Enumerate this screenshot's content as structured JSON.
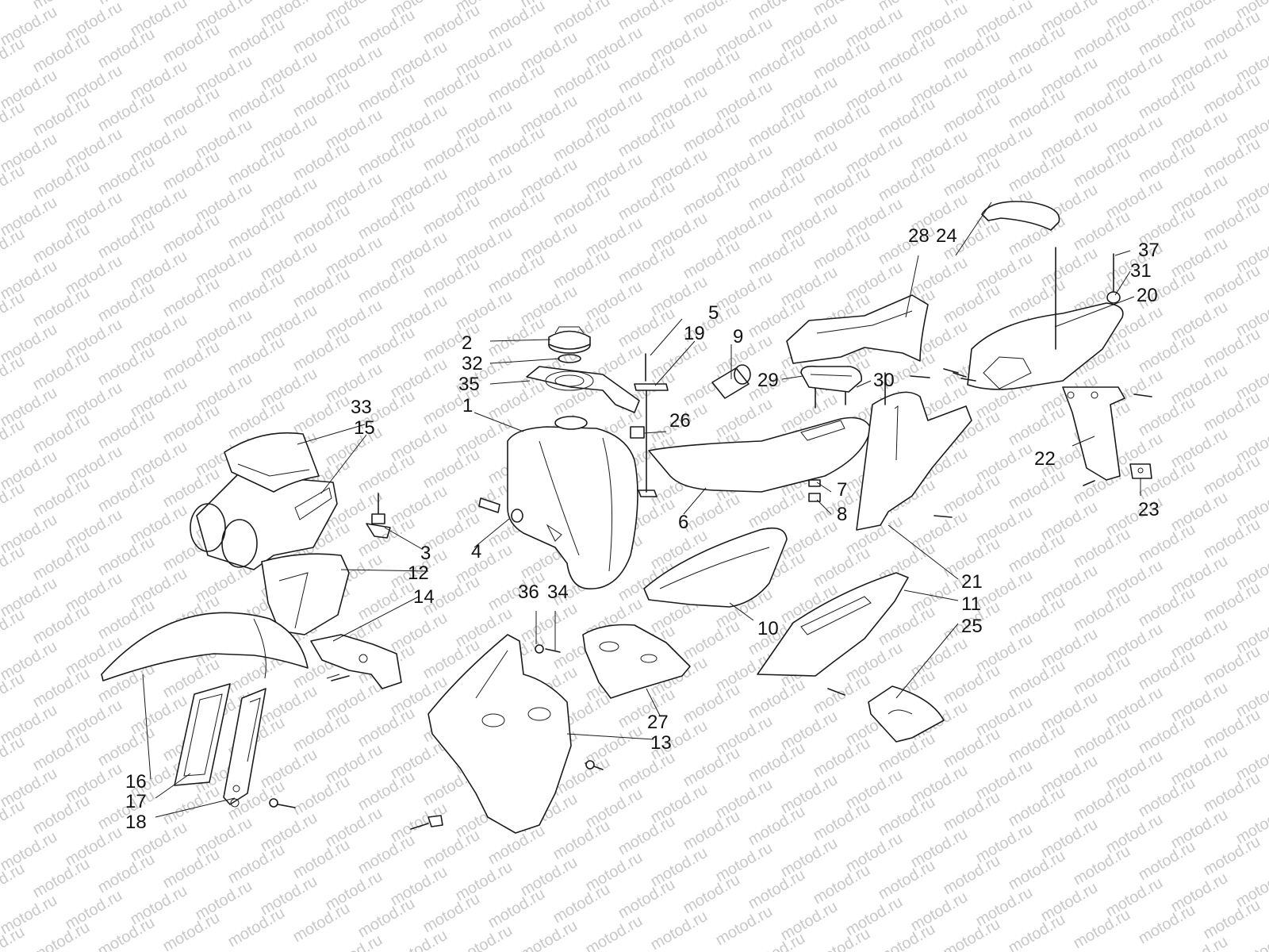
{
  "watermark": {
    "text": "motod.ru",
    "color": "#c8c8c8"
  },
  "callouts": [
    "1",
    "2",
    "3",
    "4",
    "5",
    "6",
    "7",
    "8",
    "9",
    "10",
    "11",
    "12",
    "13",
    "14",
    "15",
    "16",
    "17",
    "18",
    "19",
    "20",
    "21",
    "22",
    "23",
    "24",
    "25",
    "26",
    "27",
    "28",
    "29",
    "30",
    "31",
    "32",
    "33",
    "34",
    "35",
    "36",
    "37"
  ],
  "colors": {
    "line": "#1a1a1a",
    "background": "#ffffff"
  }
}
